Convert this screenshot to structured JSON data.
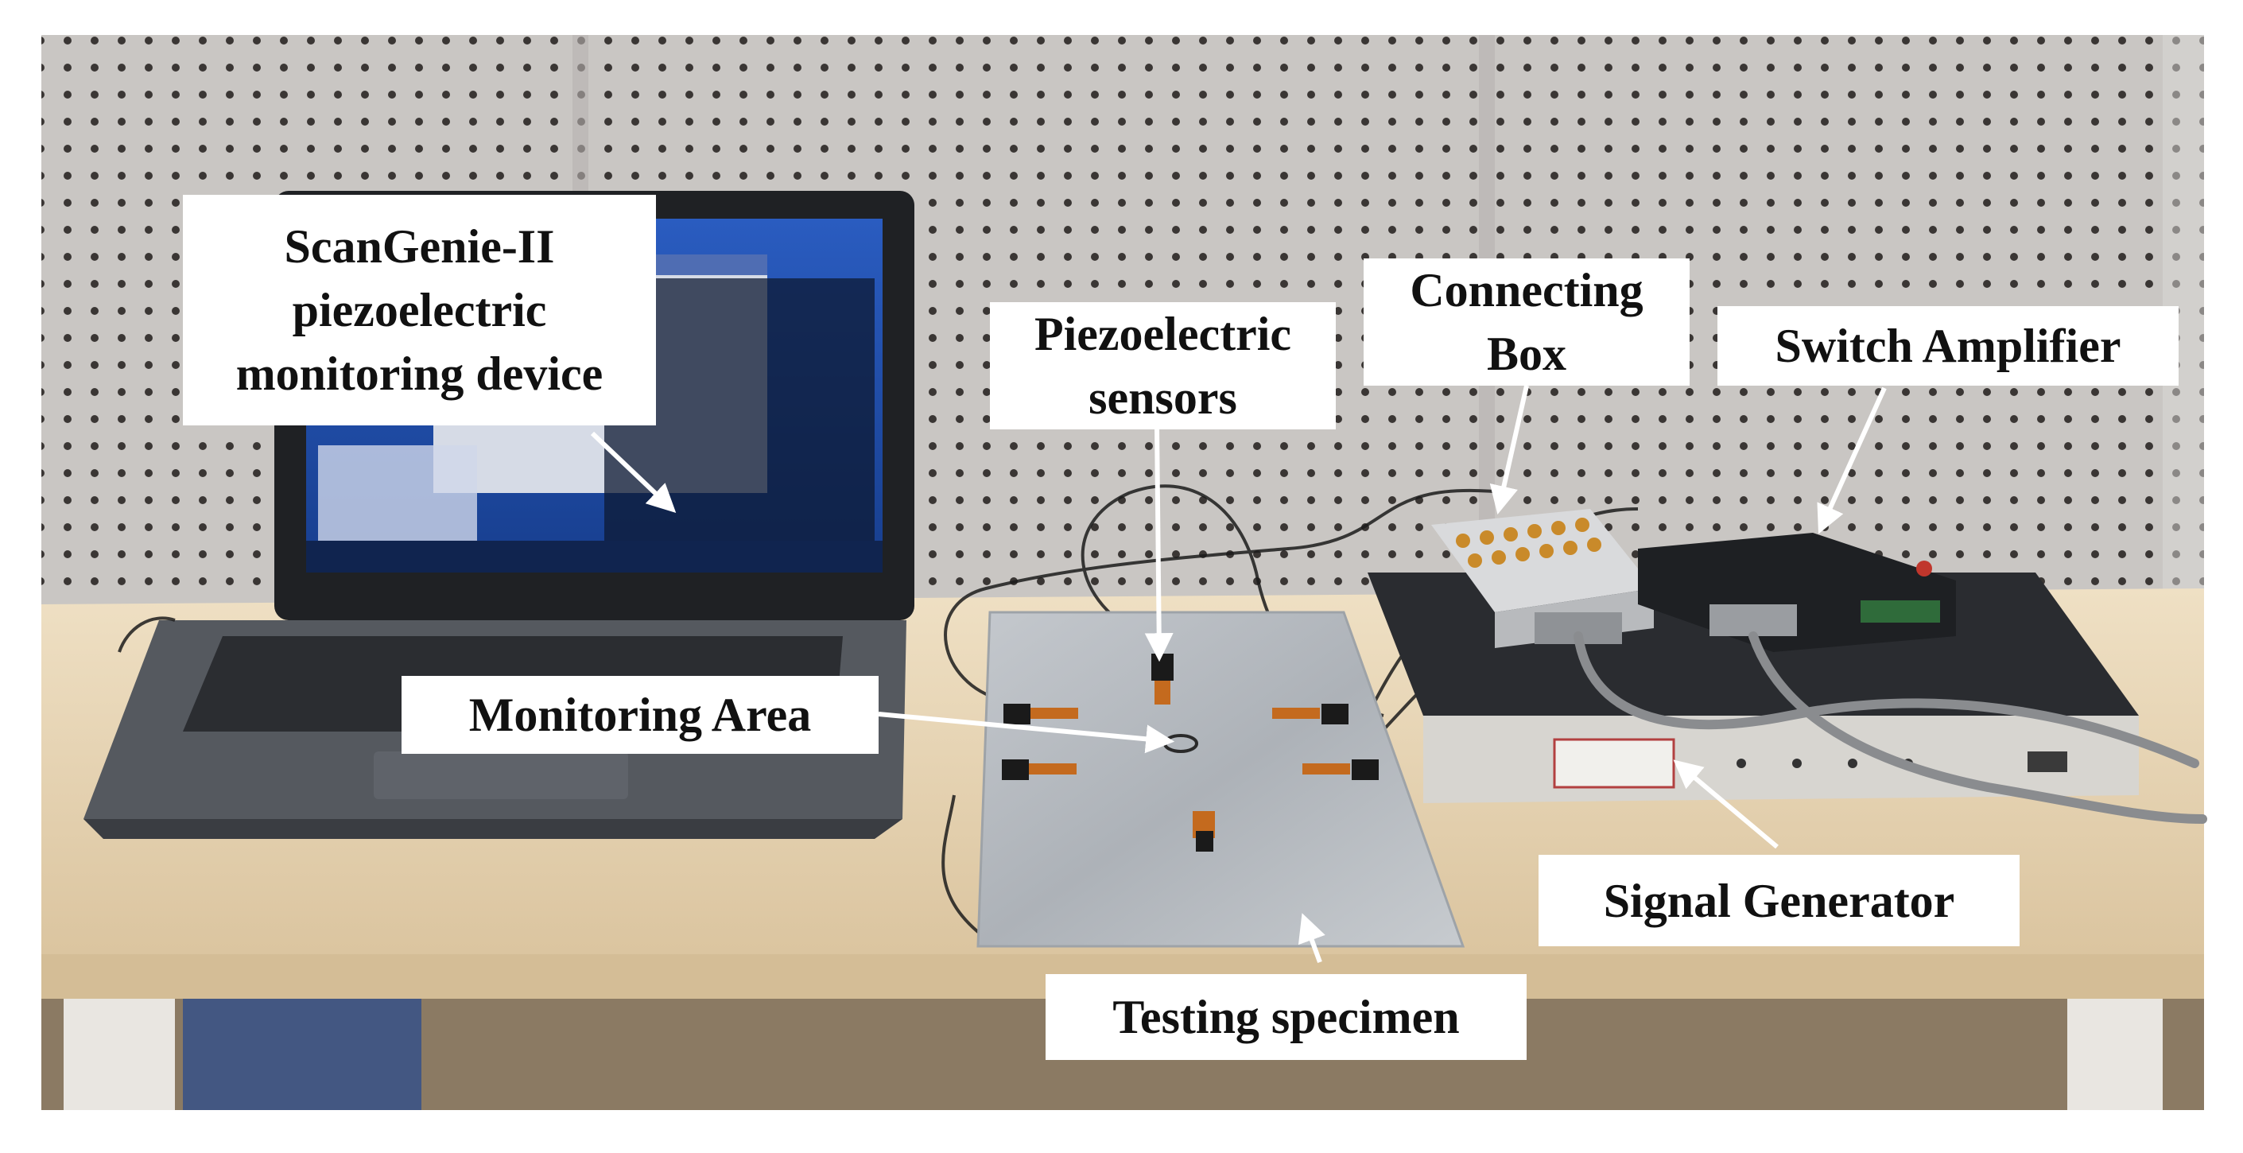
{
  "labels": {
    "laptop_device": [
      "ScanGenie-II",
      "piezoelectric",
      "monitoring device"
    ],
    "sensors": [
      "Piezoelectric",
      "sensors"
    ],
    "connecting_box": [
      "Connecting",
      "Box"
    ],
    "switch_amplifier": "Switch Amplifier",
    "monitoring_area": "Monitoring Area",
    "signal_generator": "Signal Generator",
    "testing_specimen": "Testing specimen"
  },
  "colors": {
    "pegboard": "#c9c6c3",
    "pegboard_hole": "#3a3634",
    "table_top": "#e6d3b3",
    "laptop_body": "#4a4d52",
    "screen_blue": "#1f4fae",
    "aluminum_plate": "#b9bdc2",
    "instrument_dark": "#2a2c30",
    "instrument_front": "#d7d5d0",
    "label_bg": "#ffffff",
    "arrow": "#ffffff"
  }
}
